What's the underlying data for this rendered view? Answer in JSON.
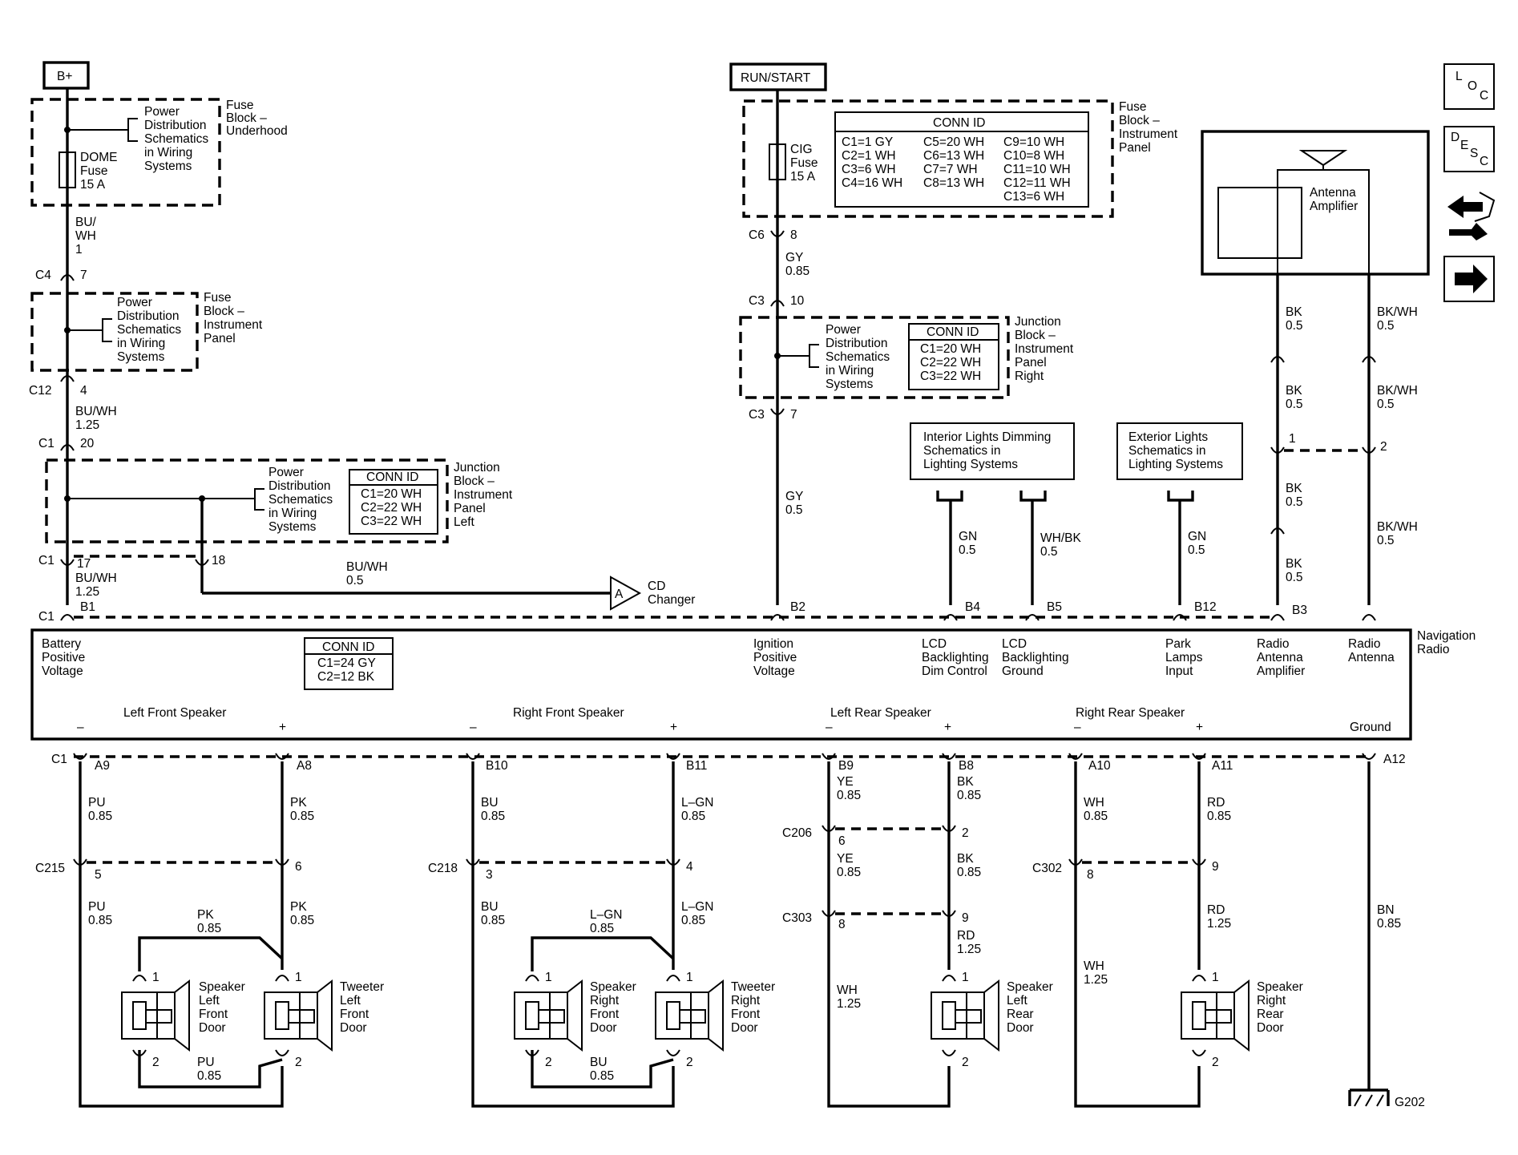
{
  "power_labels": {
    "b_plus": "B+",
    "run_start": "RUN/START"
  },
  "left_fuse_block": {
    "name": [
      "Fuse",
      "Block –",
      "Underhood"
    ],
    "power_ref": [
      "Power",
      "Distribution",
      "Schematics",
      "in Wiring",
      "Systems"
    ],
    "fuse": [
      "DOME",
      "Fuse",
      "15 A"
    ]
  },
  "left_wire_1": {
    "color": [
      "BU/",
      "WH",
      "1"
    ],
    "conn": "C4",
    "pin": "7"
  },
  "fuse_block_ip": {
    "name": [
      "Fuse",
      "Block –",
      "Instrument",
      "Panel"
    ],
    "power_ref": [
      "Power",
      "Distribution",
      "Schematics",
      "in Wiring",
      "Systems"
    ]
  },
  "left_wire_2": {
    "conn_in": "C12",
    "pin_in": "4",
    "color": [
      "BU/WH",
      "1.25"
    ],
    "conn_out": "C1",
    "pin_out": "20"
  },
  "junction_block_left": {
    "name": [
      "Junction",
      "Block –",
      "Instrument",
      "Panel",
      "Left"
    ],
    "power_ref": [
      "Power",
      "Distribution",
      "Schematics",
      "in Wiring",
      "Systems"
    ],
    "conn_id_title": "CONN ID",
    "conn_ids": [
      "C1=20 WH",
      "C2=22 WH",
      "C3=22 WH"
    ]
  },
  "left_wire_3": {
    "conn": "C1",
    "pin_a": "17",
    "pin_b": "18",
    "color": [
      "BU/WH",
      "1.25"
    ],
    "b_conn": "C1",
    "b_pin": "B1"
  },
  "cd_changer": {
    "color": [
      "BU/WH",
      "0.5"
    ],
    "ref": "A",
    "label": [
      "CD",
      "Changer"
    ]
  },
  "ip_fuse_block": {
    "name": [
      "Fuse",
      "Block –",
      "Instrument",
      "Panel"
    ],
    "fuse": [
      "CIG",
      "Fuse",
      "15 A"
    ],
    "conn_id_title": "CONN ID",
    "conn_ids_col1": [
      "C1=1 GY",
      "C2=1 WH",
      "C3=6 WH",
      "C4=16 WH"
    ],
    "conn_ids_col2": [
      "C5=20 WH",
      "C6=13 WH",
      "C7=7 WH",
      "C8=13 WH"
    ],
    "conn_ids_col3": [
      "C9=10 WH",
      "C10=8 WH",
      "C11=10 WH",
      "C12=11 WH",
      "C13=6 WH"
    ]
  },
  "center_wire_1": {
    "conn": "C6",
    "pin": "8",
    "color": [
      "GY",
      "0.85"
    ],
    "conn_2": "C3",
    "pin_2": "10"
  },
  "junction_block_right": {
    "name": [
      "Junction",
      "Block –",
      "Instrument",
      "Panel",
      "Right"
    ],
    "power_ref": [
      "Power",
      "Distribution",
      "Schematics",
      "in Wiring",
      "Systems"
    ],
    "conn_id_title": "CONN ID",
    "conn_ids": [
      "C1=20 WH",
      "C2=22 WH",
      "C3=22 WH"
    ]
  },
  "center_wire_2": {
    "conn": "C3",
    "pin": "7",
    "color": [
      "GY",
      "0.5"
    ],
    "pin_radio": "B2"
  },
  "interior_ref": [
    "Interior Lights Dimming",
    "Schematics in",
    "Lighting Systems"
  ],
  "exterior_ref": [
    "Exterior Lights",
    "Schematics in",
    "Lighting Systems"
  ],
  "lighting_wires": [
    {
      "color": [
        "GN",
        "0.5"
      ],
      "pin": "B4"
    },
    {
      "color": [
        "WH/BK",
        "0.5"
      ],
      "pin": "B5"
    },
    {
      "color": [
        "GN",
        "0.5"
      ],
      "pin": "B12"
    }
  ],
  "antenna": {
    "label": [
      "Antenna",
      "Amplifier"
    ],
    "wire_bk": [
      [
        "BK",
        "0.5"
      ],
      [
        "BK",
        "0.5"
      ],
      [
        "BK",
        "0.5"
      ],
      [
        "BK",
        "0.5"
      ]
    ],
    "wire_bkwh": [
      [
        "BK/WH",
        "0.5"
      ],
      [
        "BK/WH",
        "0.5"
      ],
      [
        "BK/WH",
        "0.5"
      ]
    ],
    "pin_1": "1",
    "pin_2": "2",
    "pin_radio": "B3"
  },
  "radio": {
    "name": [
      "Navigation",
      "Radio"
    ],
    "conn_id_title": "CONN ID",
    "conn_ids": [
      "C1=24 GY",
      "C2=12 BK"
    ],
    "functions": [
      [
        "Battery",
        "Positive",
        "Voltage"
      ],
      [
        "Ignition",
        "Positive",
        "Voltage"
      ],
      [
        "LCD",
        "Backlighting",
        "Dim Control"
      ],
      [
        "LCD",
        "Backlighting",
        "Ground"
      ],
      [
        "Park",
        "Lamps",
        "Input"
      ],
      [
        "Radio",
        "Antenna",
        "Amplifier"
      ],
      [
        "Radio",
        "Antenna"
      ]
    ],
    "speakers": [
      "Left Front Speaker",
      "Right Front Speaker",
      "Left Rear Speaker",
      "Right Rear Speaker"
    ],
    "ground": "Ground",
    "minus": "–",
    "plus": "+"
  },
  "bottom": {
    "c1": "C1",
    "pins": [
      "A9",
      "A8",
      "B10",
      "B11",
      "B9",
      "B8",
      "A10",
      "A11",
      "A12"
    ],
    "upper_colors": [
      [
        "PU",
        "0.85"
      ],
      [
        "PK",
        "0.85"
      ],
      [
        "BU",
        "0.85"
      ],
      [
        "L–GN",
        "0.85"
      ],
      [
        "YE",
        "0.85"
      ],
      [
        "BK",
        "0.85"
      ],
      [
        "WH",
        "0.85"
      ],
      [
        "RD",
        "0.85"
      ]
    ],
    "inline_conns": [
      {
        "name": "C215",
        "pins": [
          "5",
          "6"
        ]
      },
      {
        "name": "C218",
        "pins": [
          "3",
          "4"
        ]
      },
      {
        "name": "C206",
        "pins": [
          "6",
          "2"
        ]
      },
      {
        "name": "C303",
        "pins": [
          "8",
          "9"
        ]
      },
      {
        "name": "C302",
        "pins": [
          "8",
          "9"
        ]
      }
    ],
    "lower_colors": [
      [
        "PU",
        "0.85"
      ],
      [
        "PK",
        "0.85"
      ],
      [
        "PK",
        "0.85"
      ],
      [
        "BU",
        "0.85"
      ],
      [
        "L–GN",
        "0.85"
      ],
      [
        "L–GN",
        "0.85"
      ],
      [
        "YE",
        "0.85"
      ],
      [
        "BK",
        "0.85"
      ],
      [
        "WH",
        "1.25"
      ],
      [
        "RD",
        "1.25"
      ],
      [
        "WH",
        "1.25"
      ],
      [
        "RD",
        "1.25"
      ],
      [
        "PU",
        "0.85"
      ],
      [
        "BU",
        "0.85"
      ],
      [
        "BN",
        "0.85"
      ]
    ],
    "ground": "G202"
  },
  "speakers": [
    [
      "Speaker",
      "Left",
      "Front",
      "Door"
    ],
    [
      "Tweeter",
      "Left",
      "Front",
      "Door"
    ],
    [
      "Speaker",
      "Right",
      "Front",
      "Door"
    ],
    [
      "Tweeter",
      "Right",
      "Front",
      "Door"
    ],
    [
      "Speaker",
      "Left",
      "Rear",
      "Door"
    ],
    [
      "Speaker",
      "Right",
      "Rear",
      "Door"
    ]
  ],
  "speaker_pins": [
    "1",
    "2"
  ],
  "nav_icons": {
    "loc": [
      "L",
      "O",
      "C"
    ],
    "desc": [
      "D",
      "E",
      "S",
      "C"
    ]
  },
  "icon_names": [
    "loc-icon",
    "desc-icon",
    "connector-tools-icon",
    "next-arrow-icon"
  ]
}
